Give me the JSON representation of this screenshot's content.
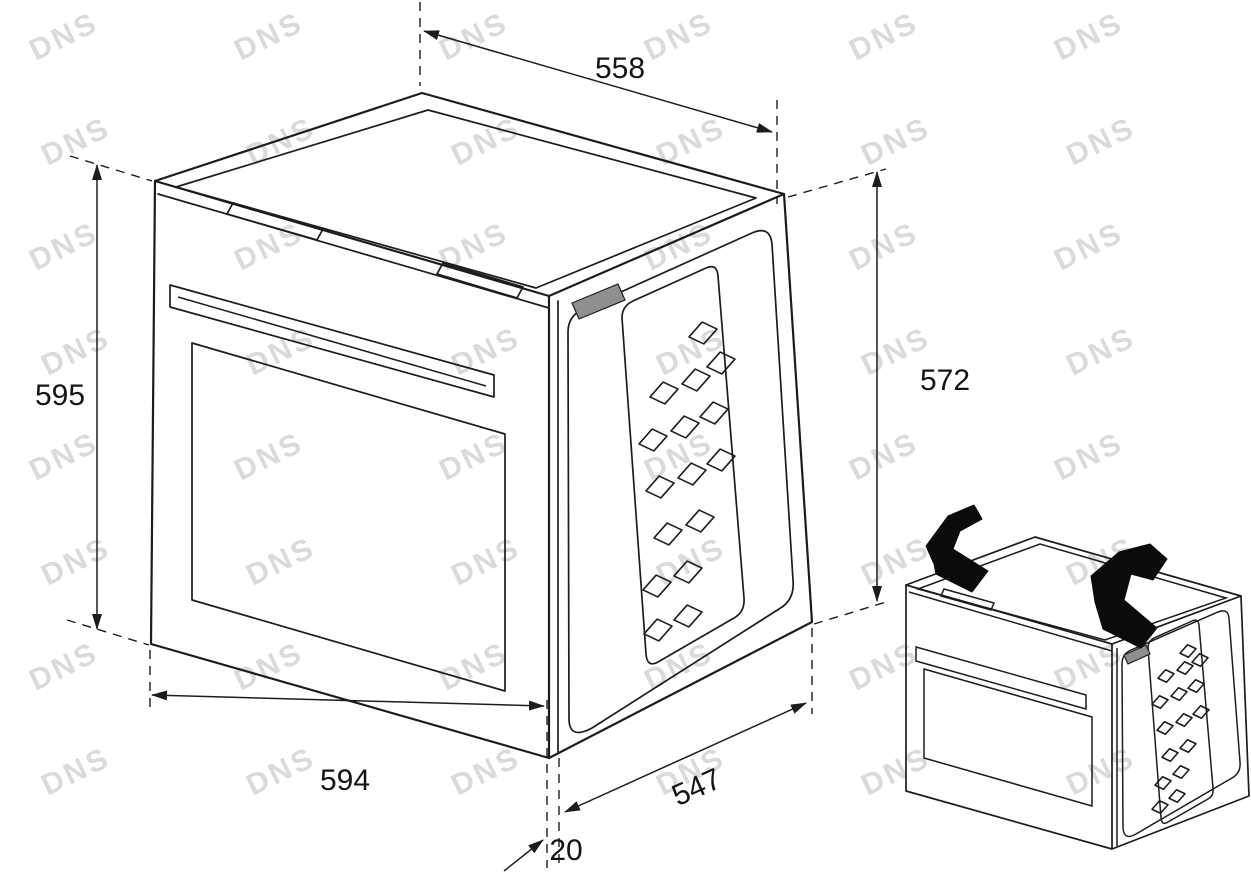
{
  "watermark": {
    "text": "DNS"
  },
  "diagram": {
    "description": "Built-in oven installation dimensions line drawing with bracket detail",
    "dimensions": {
      "top_width": "558",
      "front_height": "595",
      "rear_height": "572",
      "front_width": "594",
      "depth": "547",
      "door_protrusion": "20"
    }
  }
}
